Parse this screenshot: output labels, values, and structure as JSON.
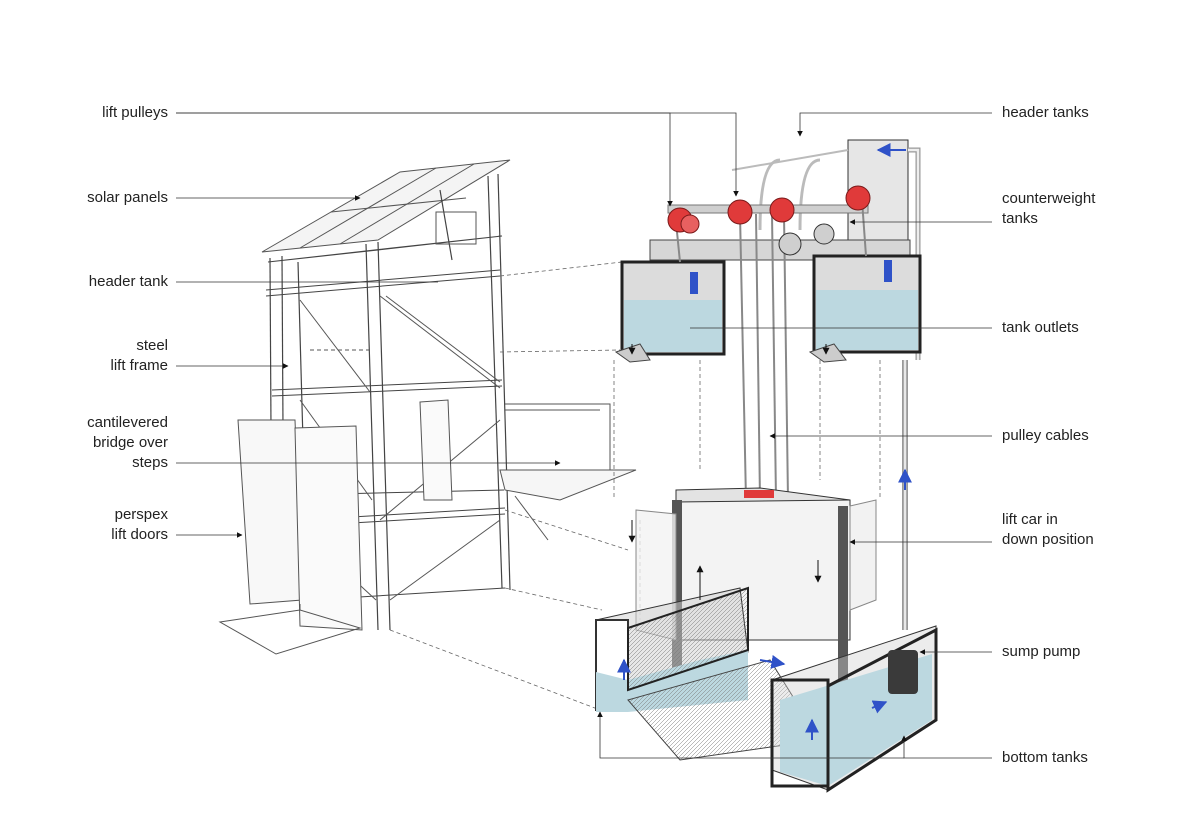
{
  "labels_left": {
    "lift_pulleys": [
      "lift pulleys"
    ],
    "solar_panels": [
      "solar panels"
    ],
    "header_tank": [
      "header tank"
    ],
    "steel_lift_frame": [
      "steel",
      "lift frame"
    ],
    "cantilevered_bridge": [
      "cantilevered",
      "bridge over",
      "steps"
    ],
    "perspex_lift_doors": [
      "perspex",
      "lift doors"
    ]
  },
  "labels_right": {
    "header_tanks": [
      "header tanks"
    ],
    "counterweight_tanks": [
      "counterweight",
      "tanks"
    ],
    "tank_outlets": [
      "tank outlets"
    ],
    "pulley_cables": [
      "pulley cables"
    ],
    "lift_car": [
      "lift car in",
      "down position"
    ],
    "sump_pump": [
      "sump pump"
    ],
    "bottom_tanks": [
      "bottom tanks"
    ]
  },
  "colors": {
    "line": "#555555",
    "frame_dark": "#333333",
    "pulley_red": "#e03a3a",
    "water": "#bcd8e0",
    "flow_arrow": "#2f52c8"
  }
}
